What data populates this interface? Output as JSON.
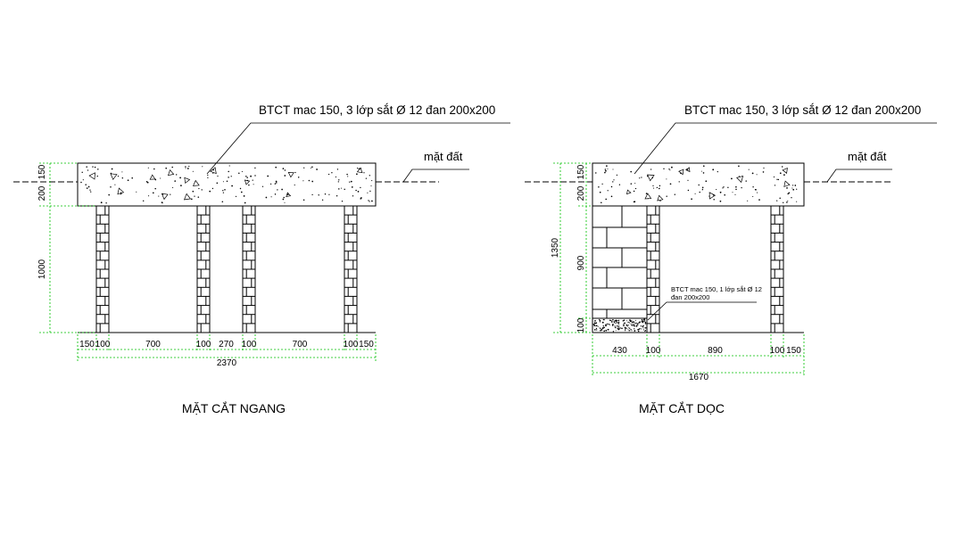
{
  "colors": {
    "line": "#000000",
    "dimension": "#00c000",
    "paper": "#ffffff"
  },
  "left": {
    "note": "BTCT mac 150, 3 lớp sắt Ø 12 đan 200x200",
    "ground": "mặt đất",
    "dims_left": [
      "150",
      "200",
      "1000"
    ],
    "dims_bottom": [
      "150",
      "100",
      "700",
      "100",
      "270",
      "100",
      "700",
      "100",
      "150"
    ],
    "dim_total": "2370",
    "title": "MẶT CẮT NGANG"
  },
  "right": {
    "note": "BTCT mac 150, 3 lớp sắt Ø 12 đan 200x200",
    "ground": "mặt đất",
    "footing_note": [
      "BTCT mac 150, 1 lớp sắt Ø 12",
      "đan 200x200"
    ],
    "dim_height": "1350",
    "dims_left": [
      "150",
      "200",
      "900",
      "100"
    ],
    "dims_bottom": [
      "430",
      "100",
      "890",
      "100",
      "150"
    ],
    "dim_total": "1670",
    "title": "MẶT CẮT DỌC"
  }
}
